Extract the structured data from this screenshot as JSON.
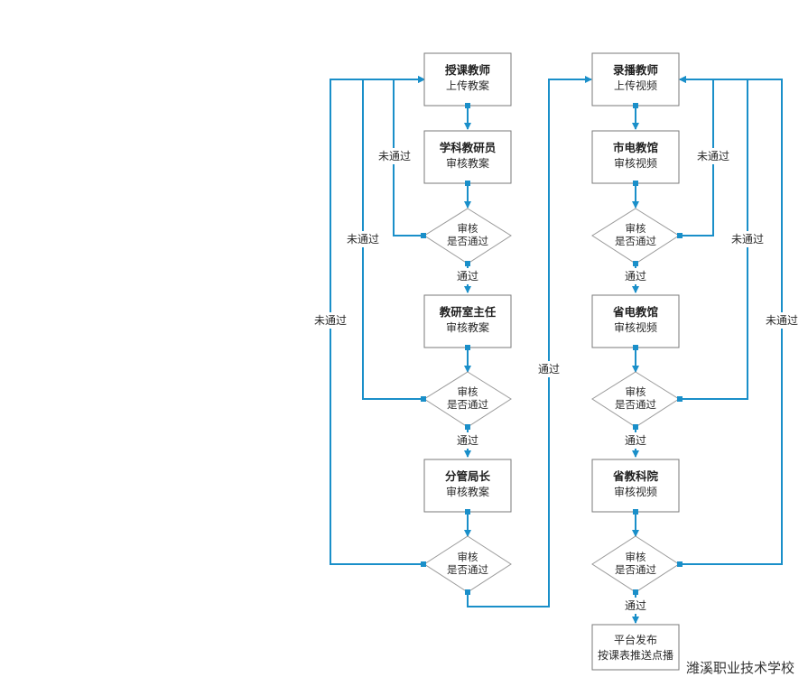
{
  "left_column": {
    "step1": {
      "title": "授课教师",
      "sub": "上传教案"
    },
    "step2": {
      "title": "学科教研员",
      "sub": "审核教案"
    },
    "review1": {
      "line1": "审核",
      "line2": "是否通过"
    },
    "step3": {
      "title": "教研室主任",
      "sub": "审核教案"
    },
    "review2": {
      "line1": "审核",
      "line2": "是否通过"
    },
    "step4": {
      "title": "分管局长",
      "sub": "审核教案"
    },
    "review3": {
      "line1": "审核",
      "line2": "是否通过"
    }
  },
  "right_column": {
    "step1": {
      "title": "录播教师",
      "sub": "上传视频"
    },
    "step2": {
      "title": "市电教馆",
      "sub": "审核视频"
    },
    "review1": {
      "line1": "审核",
      "line2": "是否通过"
    },
    "step3": {
      "title": "省电教馆",
      "sub": "审核视频"
    },
    "review2": {
      "line1": "审核",
      "line2": "是否通过"
    },
    "step4": {
      "title": "省教科院",
      "sub": "审核视频"
    },
    "review3": {
      "line1": "审核",
      "line2": "是否通过"
    },
    "final": {
      "line1": "平台发布",
      "line2": "按课表推送点播"
    }
  },
  "labels": {
    "pass": "通过",
    "fail": "未通过"
  },
  "watermark": "潍溪职业技术学校"
}
